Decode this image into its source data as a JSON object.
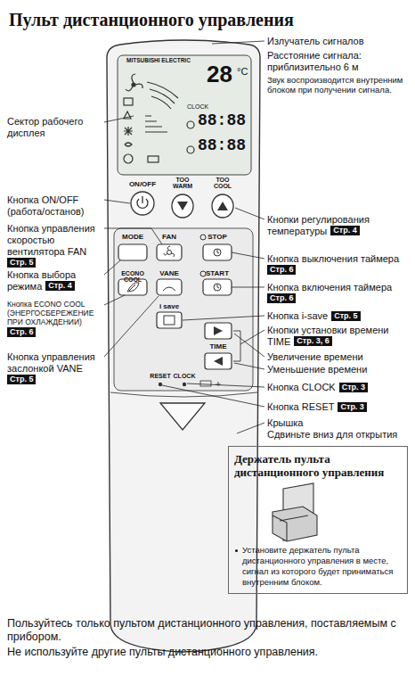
{
  "diagram": {
    "title": "Пульт дистанционного управления",
    "nodes": [
      {
        "text": [
          "Стр. 5"
        ]
      },
      {
        "text": [
          "Стр. 4"
        ]
      },
      {
        "text": [
          "Стр. 6"
        ]
      },
      {
        "text": [
          "Стр. 5"
        ]
      },
      {
        "text": [
          "Стр. 4"
        ]
      },
      {
        "text": [
          "Стр. 6"
        ]
      },
      {
        "text": [
          "Стр. 6"
        ]
      },
      {
        "text": [
          "Стр. 5"
        ]
      },
      {
        "text": [
          "Стр. 3, 6"
        ]
      },
      {
        "text": [
          "Стр. 3"
        ]
      },
      {
        "text": [
          "Стр. 3"
        ]
      },
      {
        "text": [
          "Держатель пульта дистанционного управления",
          "Установите держатель пульта дистанционного управления в месте, сигнал из которого будет приниматься внутренним блоком."
        ]
      }
    ],
    "labels": [
      "Излучатель сигналов",
      "Расстояние сигнала: приблизительно 6 м",
      "Звук воспроизводится внутренним блоком при получении сигнала.",
      "Сектор рабочего дисплея",
      "Кнопка ON/OFF (работа/останов)",
      "Кнопка управления скоростью вентилятора FAN",
      "Кнопка выбора режима",
      "Кнопка ECONO COOL (ЭНЕРГОСБЕРЕЖЕНИЕ ПРИ ОХЛАЖДЕНИИ)",
      "Кнопка управления заслонкой VANE",
      "Кнопки регулирования температуры",
      "Кнопка выключения таймера",
      "Кнопка включения таймера",
      "Кнопка i-save",
      "Кнопки установки времени TIME",
      "Увеличение времени",
      "Уменьшение времени",
      "Кнопка CLOCK",
      "Кнопка RESET",
      "Крышка",
      "Сдвиньте вниз для открытия",
      "Пользуйтесь только пультом дистанционного управления, поставляемым с прибором.",
      "Не используйте другие пульты дистанционного управления.",
      "MITSUBISHI ELECTRIC",
      "28",
      "°C",
      "CLOCK",
      "88:88",
      "88:88",
      "ON/OFF",
      "TOO WARM",
      "TOO COOL",
      "MODE",
      "FAN",
      "STOP",
      "ECONO COOL",
      "VANE",
      "START",
      "i save",
      "TIME",
      "RESET",
      "CLOCK"
    ]
  }
}
